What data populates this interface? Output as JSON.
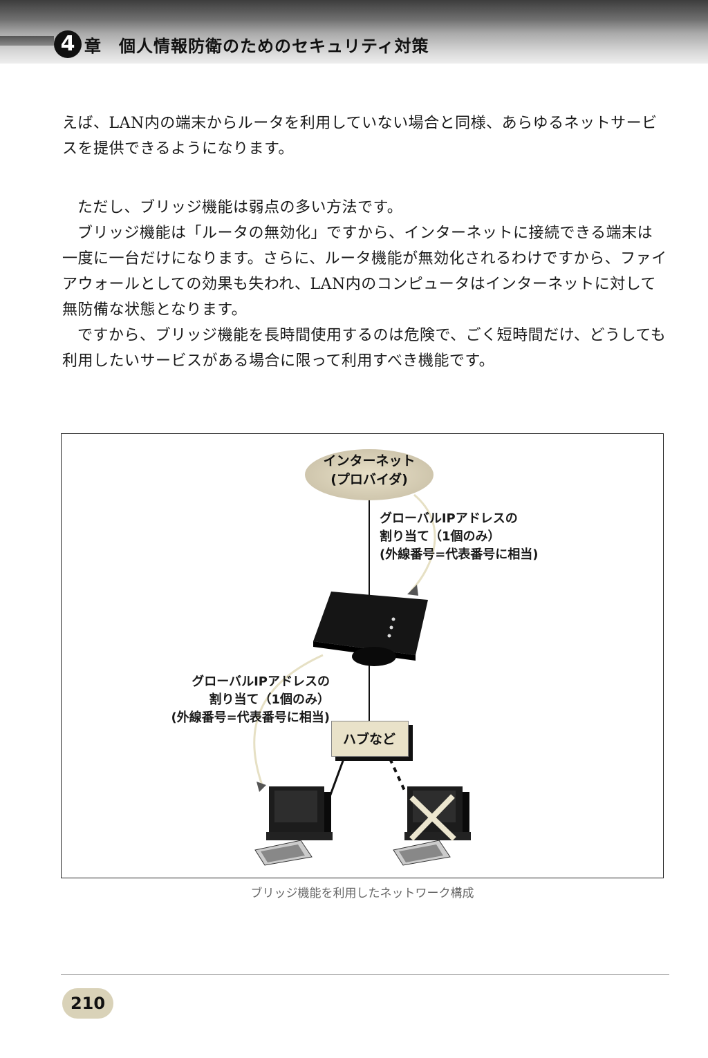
{
  "header": {
    "chapter_number": "4",
    "chapter_suffix": "章",
    "chapter_title": "個人情報防衛のためのセキュリティ対策"
  },
  "body": {
    "paragraphs": [
      "えば、LAN内の端末からルータを利用していない場合と同様、あらゆるネットサービスを提供できるようになります。",
      "ただし、ブリッジ機能は弱点の多い方法です。",
      "ブリッジ機能は「ルータの無効化」ですから、インターネットに接続できる端末は一度に一台だけになります。さらに、ルータ機能が無効化されるわけですから、ファイアウォールとしての効果も失われ、LAN内のコンピュータはインターネットに対して無防備な状態となります。",
      "ですから、ブリッジ機能を長時間使用するのは危険で、ごく短時間だけ、どうしても利用したいサービスがある場合に限って利用すべき機能です。"
    ]
  },
  "figure": {
    "internet_line1": "インターネット",
    "internet_line2": "(プロバイダ)",
    "label_top": [
      "グローバルIPアドレスの",
      "割り当て（1個のみ）",
      "(外線番号=代表番号に相当)"
    ],
    "label_left": [
      "グローバルIPアドレスの",
      "割り当て（1個のみ）",
      "(外線番号=代表番号に相当)"
    ],
    "hub_label": "ハブなど",
    "caption": "ブリッジ機能を利用したネットワーク構成"
  },
  "footer": {
    "page_number": "210"
  }
}
